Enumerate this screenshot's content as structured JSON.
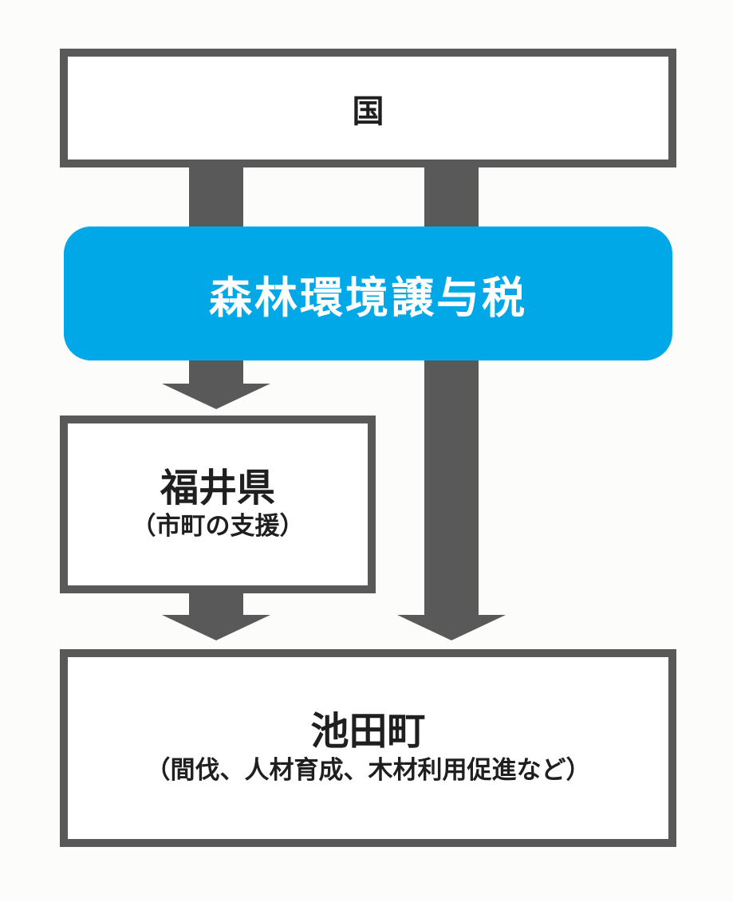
{
  "national": {
    "label": "国"
  },
  "tax": {
    "label": "森林環境譲与税"
  },
  "prefecture": {
    "label": "福井県",
    "sublabel": "（市町の支援）"
  },
  "town": {
    "label": "池田町",
    "sublabel": "（間伐、人材育成、木材利用促進など）"
  },
  "colors": {
    "arrow": "#595959",
    "border": "#595959",
    "banner": "#00a8e8",
    "text": "#1f1f1f",
    "banner_text": "#ffffff"
  }
}
